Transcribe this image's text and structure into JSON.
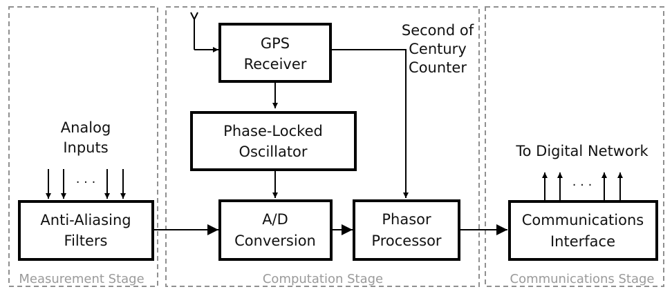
{
  "stages": {
    "measurement": "Measurement Stage",
    "computation": "Computation Stage",
    "communications": "Communications Stage"
  },
  "blocks": {
    "gps": [
      "GPS",
      "Receiver"
    ],
    "plo": [
      "Phase-Locked",
      "Oscillator"
    ],
    "ad": [
      "A/D",
      "Conversion"
    ],
    "phasor": [
      "Phasor",
      "Processor"
    ],
    "aaf": [
      "Anti-Aliasing",
      "Filters"
    ],
    "comm": [
      "Communications",
      "Interface"
    ]
  },
  "labels": {
    "analog_inputs": [
      "Analog",
      "Inputs"
    ],
    "second_of_century": [
      "Second of",
      "Century",
      "Counter"
    ],
    "to_digital_network": "To Digital Network",
    "ellipsis": "· · ·"
  },
  "colors": {
    "stage_border": "#8f8f8f",
    "stage_label": "#9a9a9a",
    "block_border": "#000000"
  },
  "icons": {
    "antenna": "antenna-icon"
  }
}
